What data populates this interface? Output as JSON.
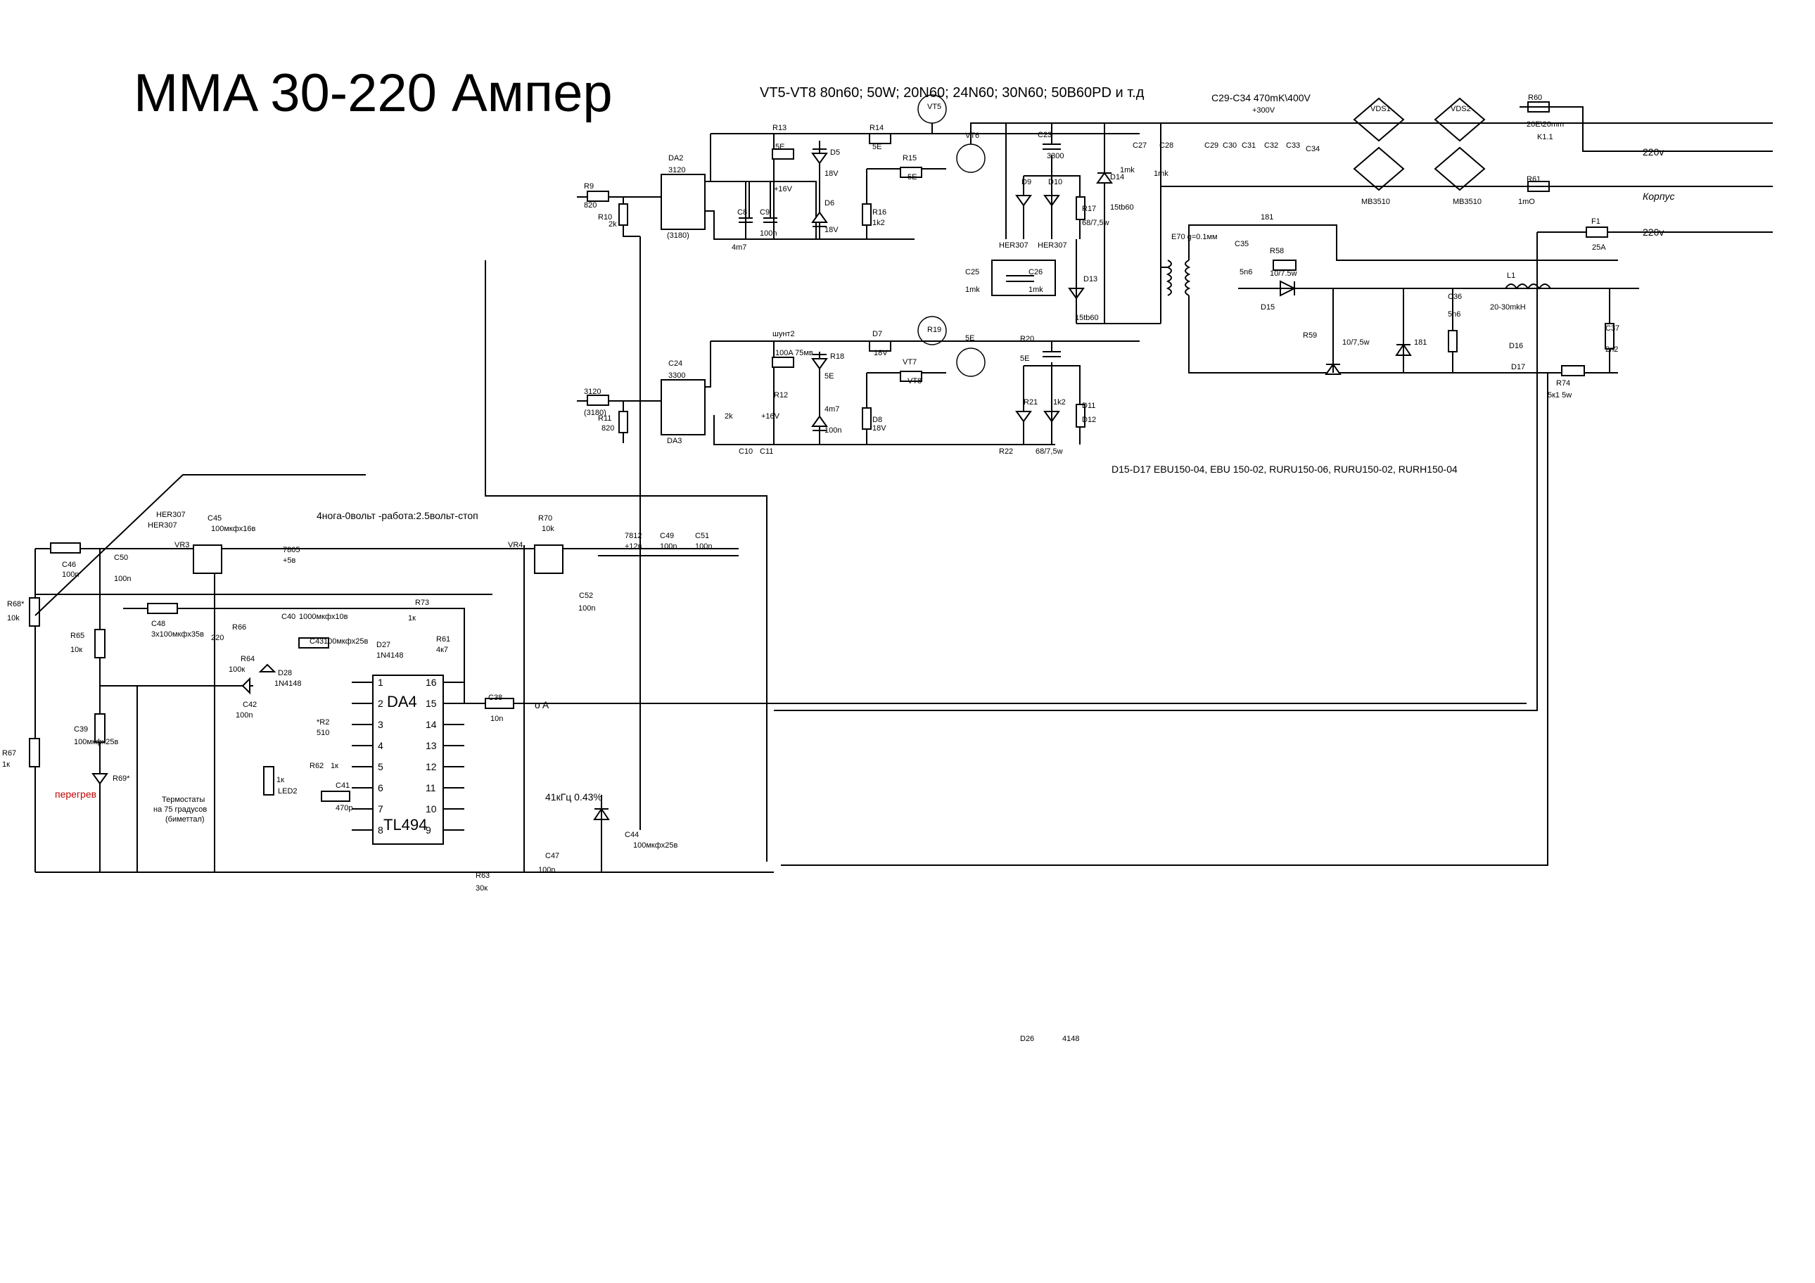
{
  "title": "MMA 30-220 Ампер",
  "header_note": "VT5-VT8 80n60; 50W; 20N60; 24N60; 30N60; 50B60PD и т.д",
  "cap_note": "C29-C34 470mK\\400V",
  "diode_note": "D15-D17 EBU150-04, EBU 150-02, RURU150-06, RURU150-02, RURH150-04",
  "control_note": "4нога-0вольт -работа:2.5вольт-стоп",
  "freq_note": "41кГц 0.43%",
  "thermostat_note": [
    "Термостаты",
    "на 75 градусов",
    "(биметтал)"
  ],
  "overheat_label": "перегрев",
  "ic_name": "DA4",
  "ic_part": "TL494",
  "ic_pins_left": [
    "1",
    "2",
    "3",
    "4",
    "5",
    "6",
    "7",
    "8"
  ],
  "ic_pins_right": [
    "16",
    "15",
    "14",
    "13",
    "12",
    "11",
    "10",
    "9"
  ],
  "mains": {
    "in1": "220v",
    "in2": "220v",
    "case": "Корпус",
    "v300": "+300V"
  },
  "output": {
    "A": "o A"
  },
  "labels": [
    {
      "t": "R13"
    },
    {
      "t": "5E"
    },
    {
      "t": "D5"
    },
    {
      "t": "18V"
    },
    {
      "t": "R14"
    },
    {
      "t": "5E"
    },
    {
      "t": "VT5"
    },
    {
      "t": "VT6"
    },
    {
      "t": "R15"
    },
    {
      "t": "5E"
    },
    {
      "t": "C23"
    },
    {
      "t": "3300"
    },
    {
      "t": "C27"
    },
    {
      "t": "C28"
    },
    {
      "t": "1mk"
    },
    {
      "t": "1mk"
    },
    {
      "t": "C29"
    },
    {
      "t": "C30"
    },
    {
      "t": "C31"
    },
    {
      "t": "C32"
    },
    {
      "t": "C33"
    },
    {
      "t": "C34"
    },
    {
      "t": "VDS1"
    },
    {
      "t": "VDS2"
    },
    {
      "t": "R60"
    },
    {
      "t": "20E\\20mm"
    },
    {
      "t": "K1.1"
    },
    {
      "t": "R61"
    },
    {
      "t": "1mO"
    },
    {
      "t": "MB3510"
    },
    {
      "t": "MB3510"
    },
    {
      "t": "F1"
    },
    {
      "t": "25A"
    },
    {
      "t": "DA2"
    },
    {
      "t": "3120"
    },
    {
      "t": "(3180)"
    },
    {
      "t": "R9"
    },
    {
      "t": "820"
    },
    {
      "t": "R10"
    },
    {
      "t": "2k"
    },
    {
      "t": "+16V"
    },
    {
      "t": "C8"
    },
    {
      "t": "C9"
    },
    {
      "t": "4m7"
    },
    {
      "t": "100n"
    },
    {
      "t": "D6"
    },
    {
      "t": "18V"
    },
    {
      "t": "R16"
    },
    {
      "t": "1k2"
    },
    {
      "t": "D9"
    },
    {
      "t": "D10"
    },
    {
      "t": "R17"
    },
    {
      "t": "68/7,5w"
    },
    {
      "t": "D14"
    },
    {
      "t": "15tb60"
    },
    {
      "t": "HER307"
    },
    {
      "t": "HER307"
    },
    {
      "t": "E70 g=0.1мм"
    },
    {
      "t": "C25"
    },
    {
      "t": "C26"
    },
    {
      "t": "1mk"
    },
    {
      "t": "1mk"
    },
    {
      "t": "D13"
    },
    {
      "t": "15tb60"
    },
    {
      "t": "C35"
    },
    {
      "t": "5n6"
    },
    {
      "t": "R58"
    },
    {
      "t": "10/7.5w"
    },
    {
      "t": "181"
    },
    {
      "t": "D15"
    },
    {
      "t": "L1"
    },
    {
      "t": "20-30mkH"
    },
    {
      "t": "C36"
    },
    {
      "t": "5n6"
    },
    {
      "t": "R59"
    },
    {
      "t": "10/7,5w"
    },
    {
      "t": "181"
    },
    {
      "t": "D16"
    },
    {
      "t": "D17"
    },
    {
      "t": "C37"
    },
    {
      "t": "2n2"
    },
    {
      "t": "R74"
    },
    {
      "t": "5к1 5w"
    },
    {
      "t": "шунт2"
    },
    {
      "t": "100A 75мв"
    },
    {
      "t": "R18"
    },
    {
      "t": "5E"
    },
    {
      "t": "D7"
    },
    {
      "t": "18V"
    },
    {
      "t": "R19"
    },
    {
      "t": "5E"
    },
    {
      "t": "VT7"
    },
    {
      "t": "VT8"
    },
    {
      "t": "R20"
    },
    {
      "t": "5E"
    },
    {
      "t": "C24"
    },
    {
      "t": "3300"
    },
    {
      "t": "DA3"
    },
    {
      "t": "3120"
    },
    {
      "t": "(3180)"
    },
    {
      "t": "R11"
    },
    {
      "t": "820"
    },
    {
      "t": "R12"
    },
    {
      "t": "2k"
    },
    {
      "t": "+16V"
    },
    {
      "t": "C10"
    },
    {
      "t": "C11"
    },
    {
      "t": "4m7"
    },
    {
      "t": "100n"
    },
    {
      "t": "D8"
    },
    {
      "t": "18V"
    },
    {
      "t": "R21"
    },
    {
      "t": "1k2"
    },
    {
      "t": "D11"
    },
    {
      "t": "D12"
    },
    {
      "t": "R22"
    },
    {
      "t": "68/7,5w"
    },
    {
      "t": "HER307"
    },
    {
      "t": "HER307"
    },
    {
      "t": "C45"
    },
    {
      "t": "100мкфх16в"
    },
    {
      "t": "VR3"
    },
    {
      "t": "7805"
    },
    {
      "t": "+5в"
    },
    {
      "t": "C50"
    },
    {
      "t": "100n"
    },
    {
      "t": "C46"
    },
    {
      "t": "100n"
    },
    {
      "t": "R68*"
    },
    {
      "t": "10k"
    },
    {
      "t": "R70"
    },
    {
      "t": "10k"
    },
    {
      "t": "VR4"
    },
    {
      "t": "7812"
    },
    {
      "t": "+12в"
    },
    {
      "t": "C49"
    },
    {
      "t": "100n"
    },
    {
      "t": "C51"
    },
    {
      "t": "100n"
    },
    {
      "t": "C52"
    },
    {
      "t": "100n"
    },
    {
      "t": "C48"
    },
    {
      "t": "3х100мкфх35в"
    },
    {
      "t": "R73"
    },
    {
      "t": "1к"
    },
    {
      "t": "R65"
    },
    {
      "t": "10к"
    },
    {
      "t": "R66"
    },
    {
      "t": "220"
    },
    {
      "t": "C40"
    },
    {
      "t": "1000мкфх10в"
    },
    {
      "t": "C43"
    },
    {
      "t": "100мкфх25в"
    },
    {
      "t": "R64"
    },
    {
      "t": "100к"
    },
    {
      "t": "D28"
    },
    {
      "t": "1N4148"
    },
    {
      "t": "C42"
    },
    {
      "t": "100n"
    },
    {
      "t": "D27"
    },
    {
      "t": "1N4148"
    },
    {
      "t": "R61"
    },
    {
      "t": "4к7"
    },
    {
      "t": "C38"
    },
    {
      "t": "10n"
    },
    {
      "t": "*R2"
    },
    {
      "t": "510"
    },
    {
      "t": "C39"
    },
    {
      "t": "100мкфх25в"
    },
    {
      "t": "R67"
    },
    {
      "t": "1к"
    },
    {
      "t": "R69*"
    },
    {
      "t": "1к"
    },
    {
      "t": "LED2"
    },
    {
      "t": "R62"
    },
    {
      "t": "1к"
    },
    {
      "t": "C41"
    },
    {
      "t": "470p"
    },
    {
      "t": "R63"
    },
    {
      "t": "30к"
    },
    {
      "t": "C47"
    },
    {
      "t": "100n"
    },
    {
      "t": "C44"
    },
    {
      "t": "100мкфх25в"
    },
    {
      "t": "D26"
    },
    {
      "t": "4148"
    }
  ]
}
